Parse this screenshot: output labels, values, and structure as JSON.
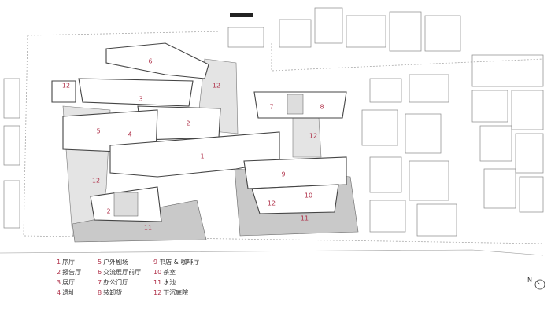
{
  "plan": {
    "room_labels": [
      {
        "num": "6"
      },
      {
        "num": "12"
      },
      {
        "num": "3"
      },
      {
        "num": "12"
      },
      {
        "num": "7"
      },
      {
        "num": "8"
      },
      {
        "num": "2"
      },
      {
        "num": "5"
      },
      {
        "num": "4"
      },
      {
        "num": "12"
      },
      {
        "num": "1"
      },
      {
        "num": "9"
      },
      {
        "num": "12"
      },
      {
        "num": "10"
      },
      {
        "num": "12"
      },
      {
        "num": "2"
      },
      {
        "num": "11"
      },
      {
        "num": "11"
      }
    ],
    "north_label": "N"
  },
  "legend": [
    {
      "num": "1",
      "text": "序厅"
    },
    {
      "num": "2",
      "text": "报告厅"
    },
    {
      "num": "3",
      "text": "展厅"
    },
    {
      "num": "4",
      "text": "遗址"
    },
    {
      "num": "5",
      "text": "户外剧场"
    },
    {
      "num": "6",
      "text": "交流展厅前厅"
    },
    {
      "num": "7",
      "text": "办公门厅"
    },
    {
      "num": "8",
      "text": "装卸货"
    },
    {
      "num": "9",
      "text": "书店 & 咖啡厅"
    },
    {
      "num": "10",
      "text": "茶室"
    },
    {
      "num": "11",
      "text": "水池"
    },
    {
      "num": "12",
      "text": "下沉庭院"
    }
  ],
  "colors": {
    "label": "#b0324a",
    "pool": "#c9c9c9",
    "courtyard": "#e4e4e4",
    "line": "#555555"
  }
}
